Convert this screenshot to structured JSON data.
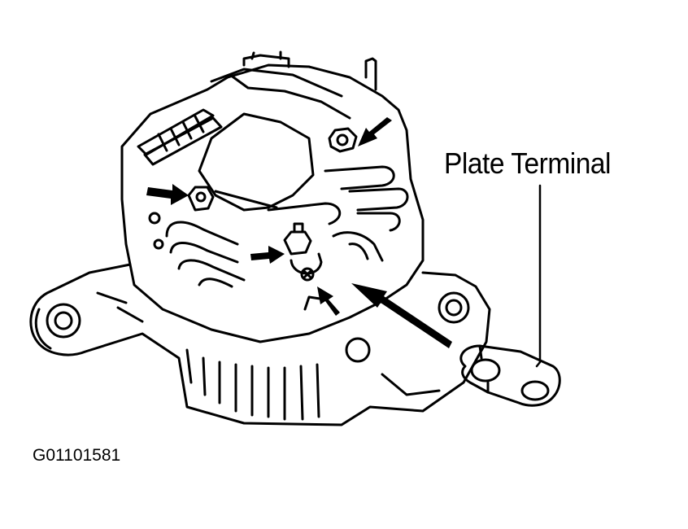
{
  "diagram": {
    "callout_label": "Plate Terminal",
    "figure_code": "G01101581",
    "subject_icon": "alternator-icon",
    "part_icon": "plate-terminal-icon",
    "arrow_count": 5,
    "line_color": "#000000",
    "background_color": "#ffffff"
  }
}
